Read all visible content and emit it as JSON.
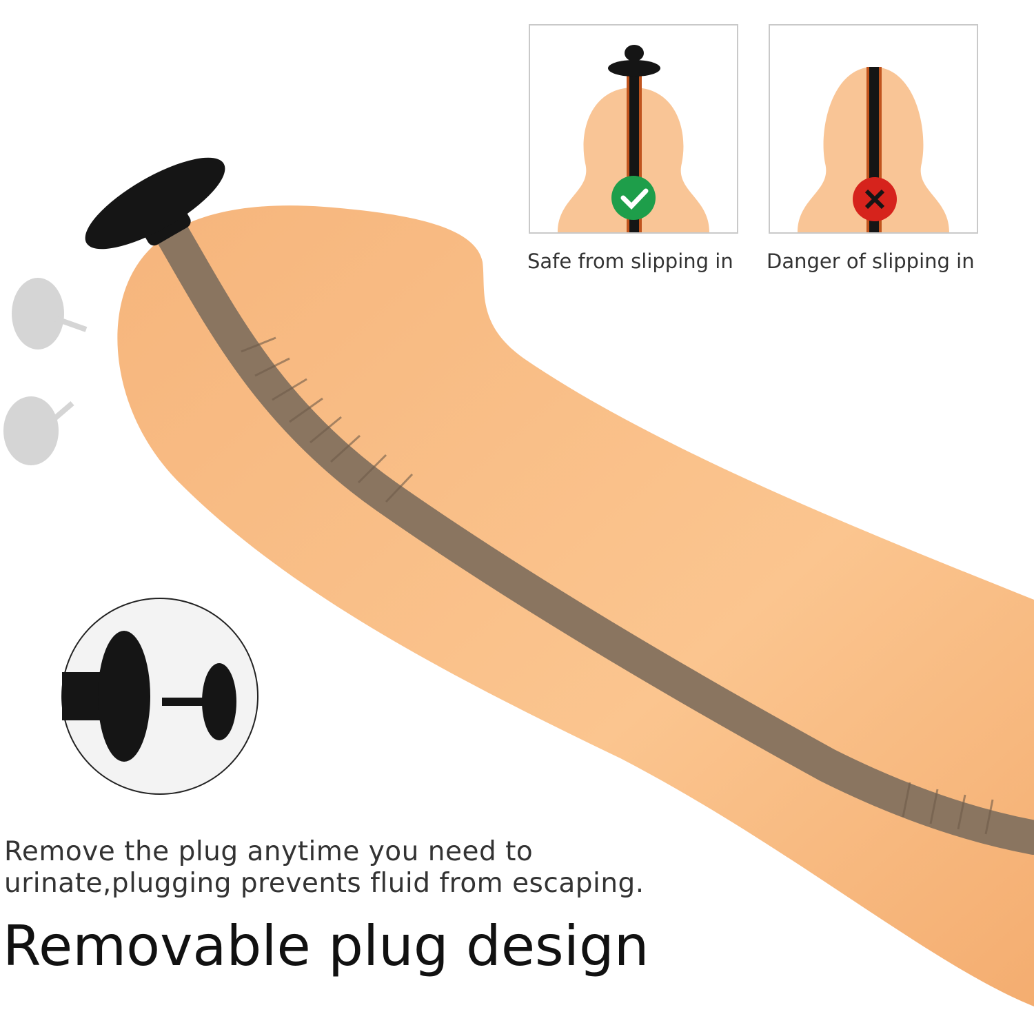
{
  "panels": [
    {
      "caption": "Safe from slipping in",
      "status": "check-icon",
      "color": "#1e9e4a"
    },
    {
      "caption": "Danger of slipping in",
      "status": "cross-icon",
      "color": "#d6231c"
    }
  ],
  "description": {
    "line1": "Remove the plug anytime you need to",
    "line2": "urinate,plugging prevents fluid from escaping."
  },
  "title": "Removable plug design",
  "colors": {
    "skin": "#f9bf86",
    "tube": "#8a7560",
    "plug": "#151515"
  }
}
